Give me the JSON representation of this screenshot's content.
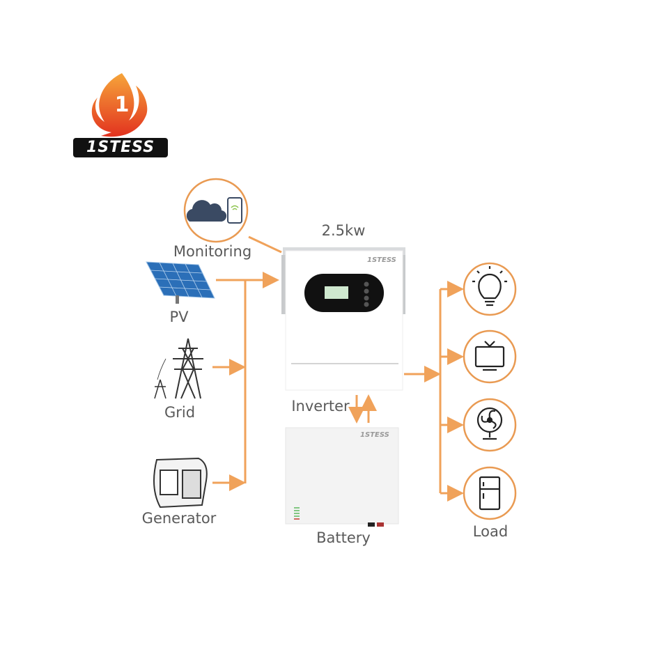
{
  "brand": {
    "name": "1STESS"
  },
  "colors": {
    "accent": "#f0a25a",
    "circle": "#e99a52",
    "text": "#5a5a5a"
  },
  "labels": {
    "monitoring": "Monitoring",
    "power": "2.5kw",
    "pv": "PV",
    "grid": "Grid",
    "generator": "Generator",
    "inverter": "Inverter",
    "battery": "Battery",
    "load": "Load"
  },
  "devices": {
    "inverter_brand": "1STESS",
    "battery_brand": "1STESS"
  },
  "loads": [
    {
      "icon": "light-bulb-icon"
    },
    {
      "icon": "tv-icon"
    },
    {
      "icon": "fan-icon"
    },
    {
      "icon": "refrigerator-icon"
    }
  ]
}
